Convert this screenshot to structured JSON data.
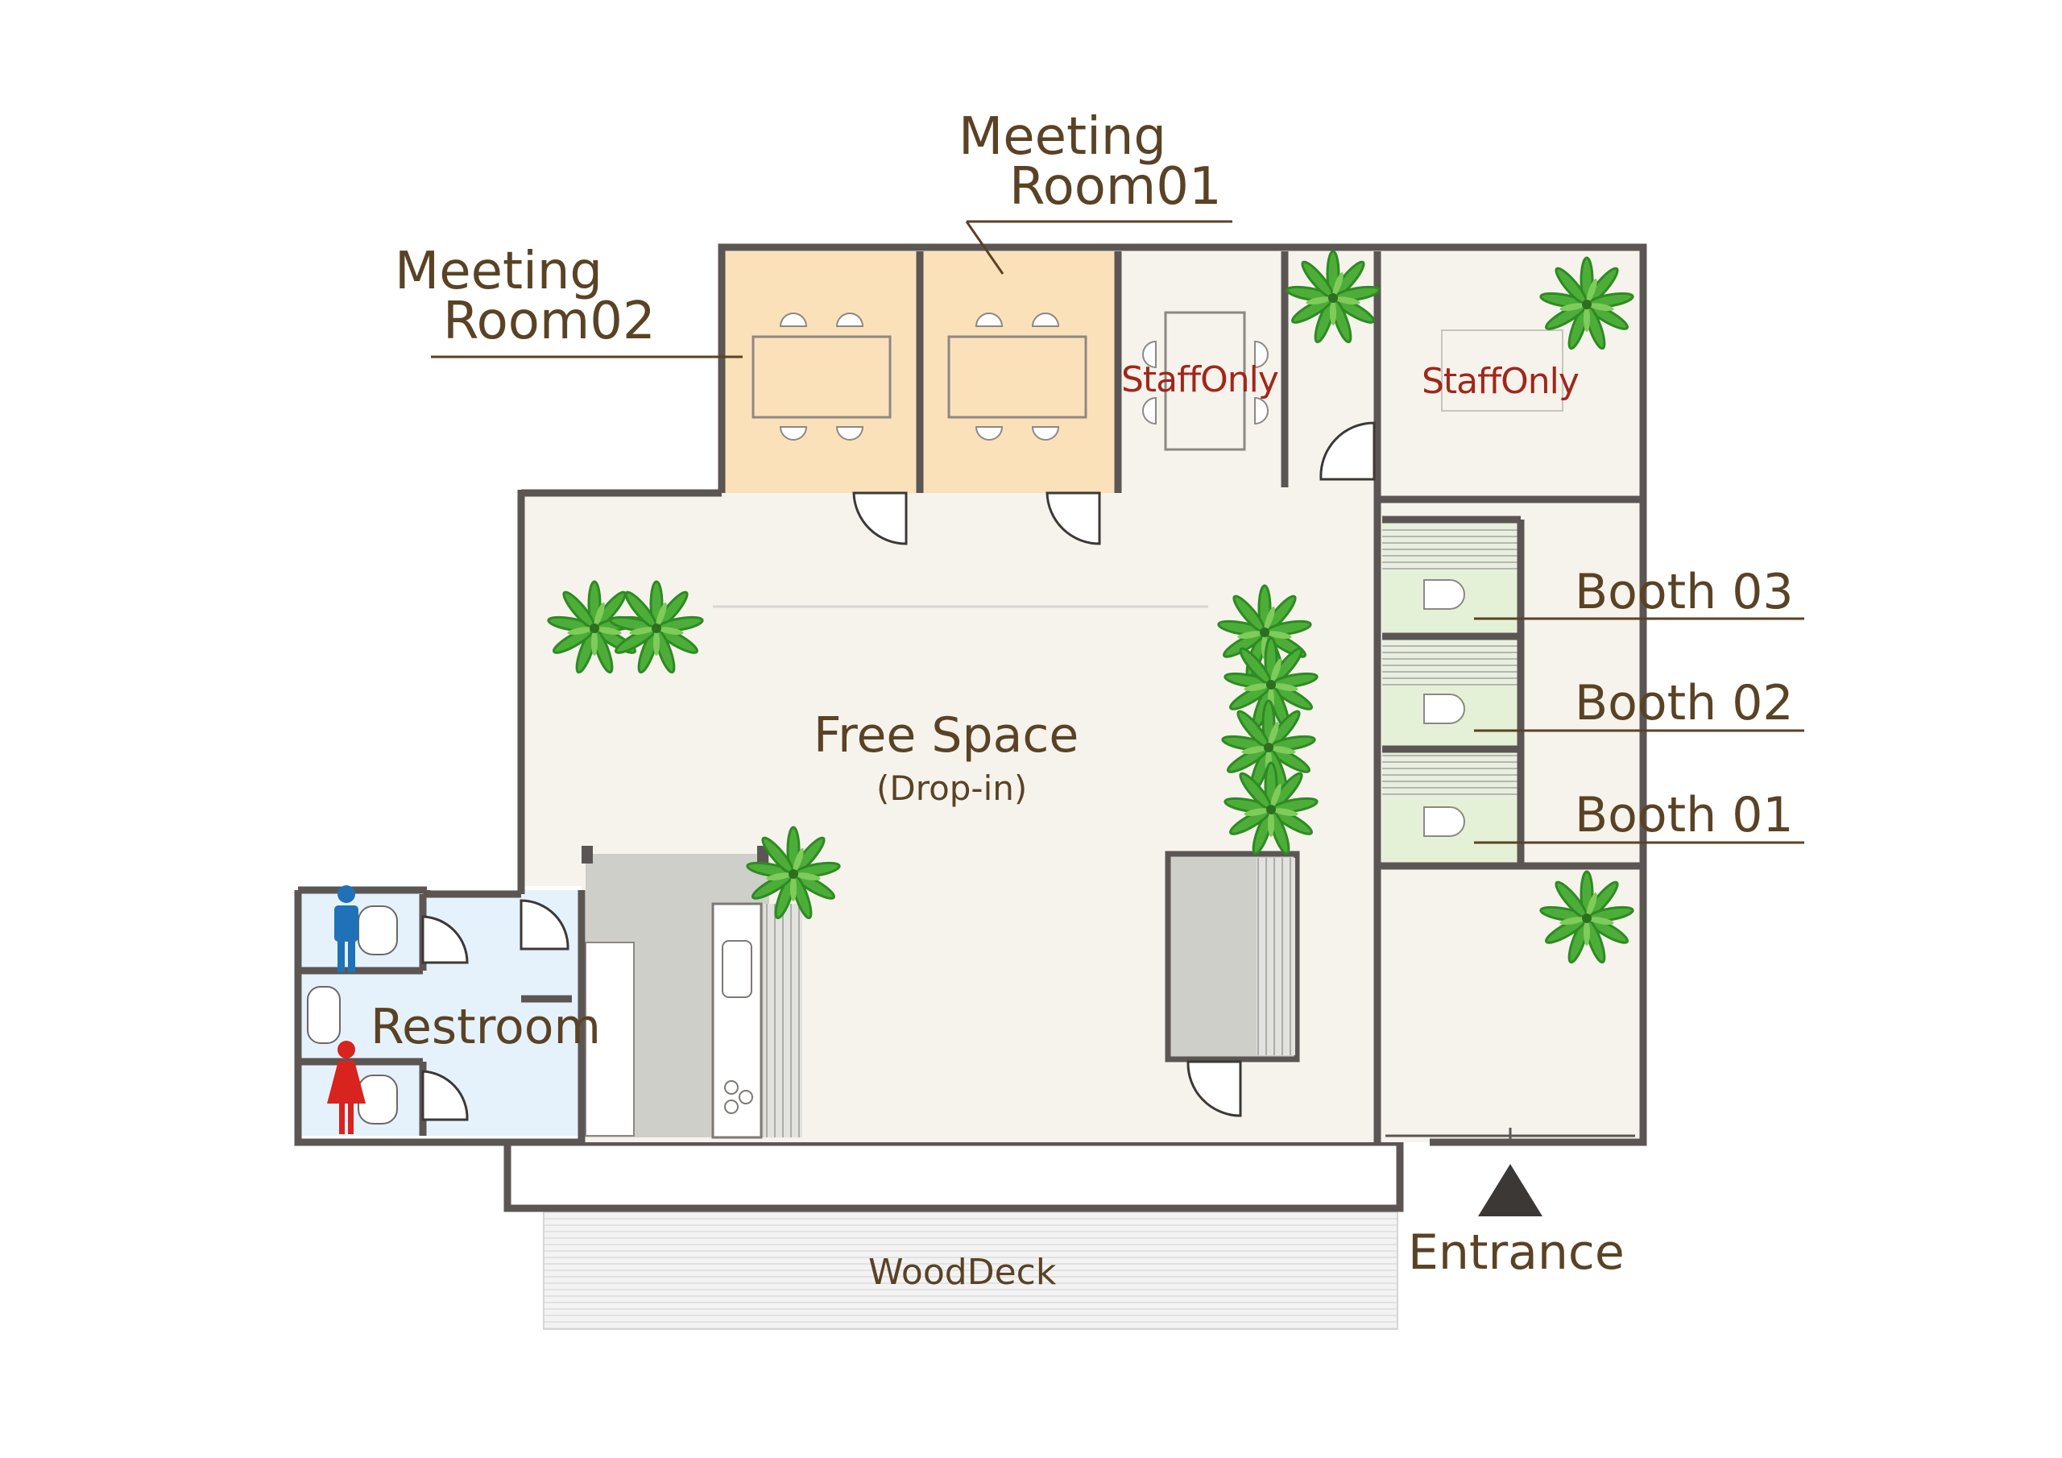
{
  "labels": {
    "meeting_room_01": {
      "line1": "Meeting",
      "line2": "Room01"
    },
    "meeting_room_02": {
      "line1": "Meeting",
      "line2": "Room02"
    },
    "staff_only_1": "StaffOnly",
    "staff_only_2": "StaffOnly",
    "free_space": "Free Space",
    "drop_in": "(Drop-in)",
    "booth_03": "Booth 03",
    "booth_02": "Booth 02",
    "booth_01": "Booth 01",
    "restroom": "Restroom",
    "wood_deck": "WoodDeck",
    "entrance": "Entrance"
  },
  "icons": [
    "male-restroom-icon",
    "female-restroom-icon",
    "entrance-arrow-icon",
    "plant-icon",
    "door-icon"
  ],
  "colors": {
    "wall": "#5b5654",
    "floor": "#f6f3ec",
    "meeting_room": "#fbe1ba",
    "booth": "#e5f1d6",
    "restroom": "#e6f2fb",
    "text": "#5a4224",
    "staff_text": "#a1261b",
    "male": "#1f72b8",
    "female": "#d8231f",
    "plant": "#3a9d2c"
  }
}
